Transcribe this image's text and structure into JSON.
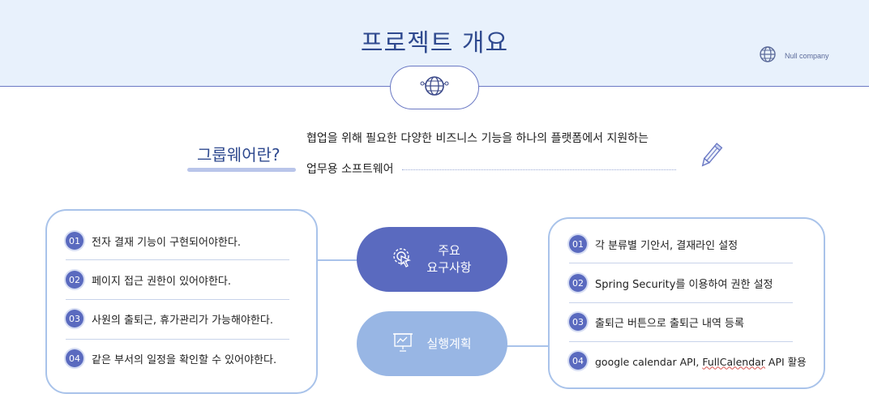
{
  "header": {
    "title": "프로젝트 개요",
    "company": "Null company"
  },
  "intro": {
    "question": "그룹웨어란?",
    "description_line1": "협업을 위해 필요한 다양한 비즈니스 기능을 하나의 플랫폼에서 지원하는",
    "description_line2": "업무용 소프트웨어"
  },
  "requirements": {
    "title_line1": "주요",
    "title_line2": "요구사항",
    "items": [
      {
        "num": "01",
        "text": "전자 결재 기능이 구현되어야한다."
      },
      {
        "num": "02",
        "text": "페이지 접근 권한이 있어야한다."
      },
      {
        "num": "03",
        "text": "사원의 출퇴근, 휴가관리가 가능해야한다."
      },
      {
        "num": "04",
        "text": "같은 부서의 일정을 확인할 수 있어야한다."
      }
    ]
  },
  "plan": {
    "title": "실행계획",
    "items": [
      {
        "num": "01",
        "text": "각 분류별 기안서, 결재라인 설정"
      },
      {
        "num": "02",
        "text": "Spring Security를 이용하여 권한 설정"
      },
      {
        "num": "03",
        "text": "출퇴근 버튼으로 출퇴근 내역 등록"
      },
      {
        "num": "04",
        "text_a": "google calendar API, ",
        "text_b": "FullCalendar",
        "text_c": " API 활용"
      }
    ]
  },
  "icons": {
    "company": "globe-icon",
    "badge": "globe-network-icon",
    "pencil": "pencil-icon",
    "requirements": "touch-click-icon",
    "plan": "presentation-chart-icon"
  },
  "colors": {
    "header_bg": "#e8f1fc",
    "title": "#2f4a8f",
    "primary": "#5a6abf",
    "secondary": "#98b6e4",
    "panel_border": "#a9c3ea"
  }
}
